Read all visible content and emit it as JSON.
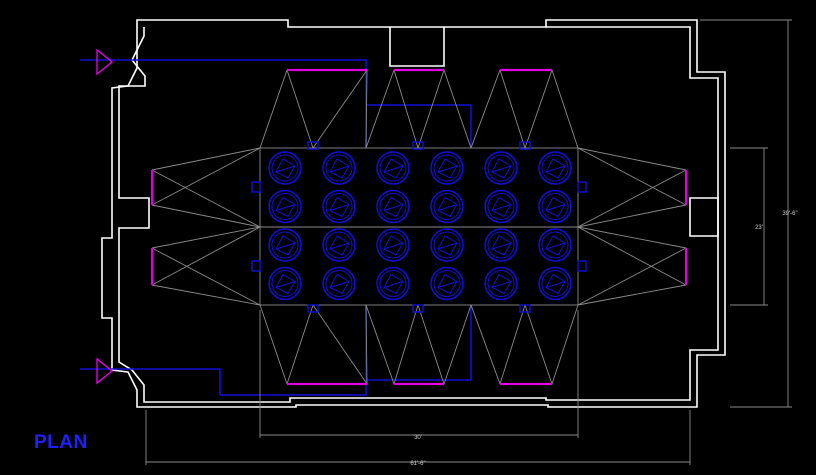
{
  "title": "PLAN",
  "dimensions": {
    "bottom_inner": "30'",
    "bottom_overall": "61'-6\"",
    "right_inner": "23'",
    "right_overall": "39'-6\""
  },
  "colors": {
    "background": "#000000",
    "walls": "#ffffff",
    "circuits": "#1010d8",
    "accent": "#e000e0",
    "grid": "#8a8a8a",
    "label": "#2020ff"
  },
  "fixture_grid": {
    "rows": 4,
    "columns": 6
  }
}
